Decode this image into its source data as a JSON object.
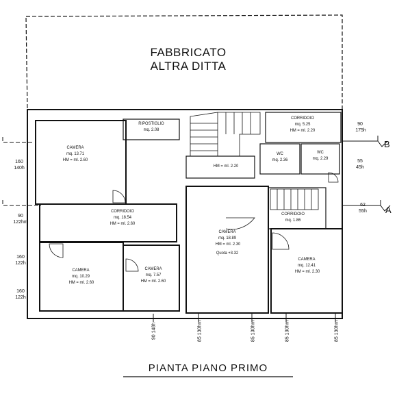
{
  "building": {
    "line1": "FABBRICATO",
    "line2": "ALTRA DITTA"
  },
  "caption": "PIANTA PIANO PRIMO",
  "rooms": [
    {
      "id": "camera_nw",
      "l1": "CAMERA",
      "l2": "mq. 13.71",
      "l3": "HM = ml. 2.60"
    },
    {
      "id": "ripostiglio",
      "l1": "RIPOSTIGLIO",
      "l2": "mq. 2.08",
      "l3": ""
    },
    {
      "id": "corridoio_ne",
      "l1": "CORRIDOIO",
      "l2": "mq. 5.25",
      "l3": "HM = ml. 2.20"
    },
    {
      "id": "wc1",
      "l1": "WC",
      "l2": "mq. 2.36",
      "l3": ""
    },
    {
      "id": "wc2",
      "l1": "WC",
      "l2": "mq. 2.29",
      "l3": ""
    },
    {
      "id": "corridoio_main",
      "l1": "CORRIDOIO",
      "l2": "mq. 18.54",
      "l3": "HM = ml. 2.60"
    },
    {
      "id": "corridoio_small",
      "l1": "CORRIDOIO",
      "l2": "mq. 1.86",
      "l3": ""
    },
    {
      "id": "camera_center",
      "l1": "CAMERA",
      "l2": "mq. 18.89",
      "l3": "HM = ml. 2.30"
    },
    {
      "id": "camera_e",
      "l1": "CAMERA",
      "l2": "mq. 12.41",
      "l3": "HM = ml. 2.30"
    },
    {
      "id": "camera_sw",
      "l1": "CAMERA",
      "l2": "mq. 10.29",
      "l3": "HM = ml. 2.60"
    },
    {
      "id": "camera_s",
      "l1": "CAMERA",
      "l2": "mq. 7.57",
      "l3": "HM = ml. 2.60"
    }
  ],
  "stair_height": "HM = ml. 2.20",
  "quota": "Quota +3.32",
  "section_marks": {
    "a": "A",
    "b": "B"
  },
  "window_dims": {
    "left1": [
      "160",
      "140h"
    ],
    "left2": [
      "90",
      "122hm"
    ],
    "left3": [
      "160",
      "122h"
    ],
    "left4": [
      "160",
      "122h"
    ],
    "right1": [
      "90",
      "175h"
    ],
    "right2": [
      "55",
      "45h"
    ],
    "right3": [
      "62",
      "55h"
    ],
    "bottom1": [
      "90",
      "148h"
    ],
    "bottom2": [
      "85",
      "130hm"
    ],
    "bottom3": [
      "85",
      "130hm"
    ],
    "bottom4": [
      "85",
      "130hm"
    ],
    "bottom5": [
      "85",
      "130hm"
    ]
  }
}
